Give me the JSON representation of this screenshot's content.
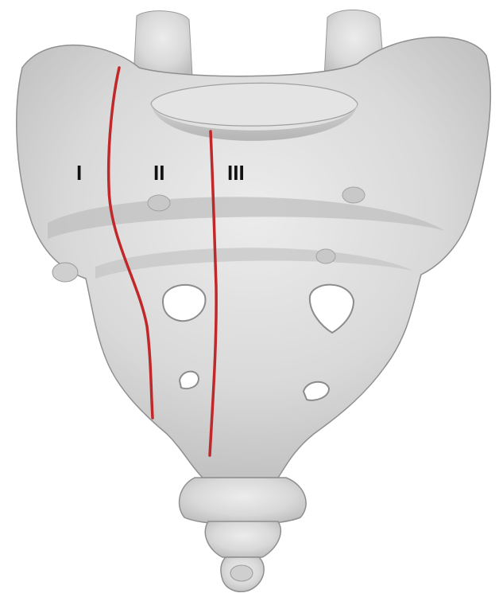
{
  "figure": {
    "zone_labels": [
      "I",
      "II",
      "III"
    ],
    "colors": {
      "background": "#ffffff",
      "bone_fill": "#d9d9d9",
      "bone_shade": "#bdbdbd",
      "bone_highlight": "#ececec",
      "bone_outline": "#8f8f8f",
      "foramen": "#ffffff",
      "zone_line": "#c0282a",
      "label": "#111111"
    }
  }
}
